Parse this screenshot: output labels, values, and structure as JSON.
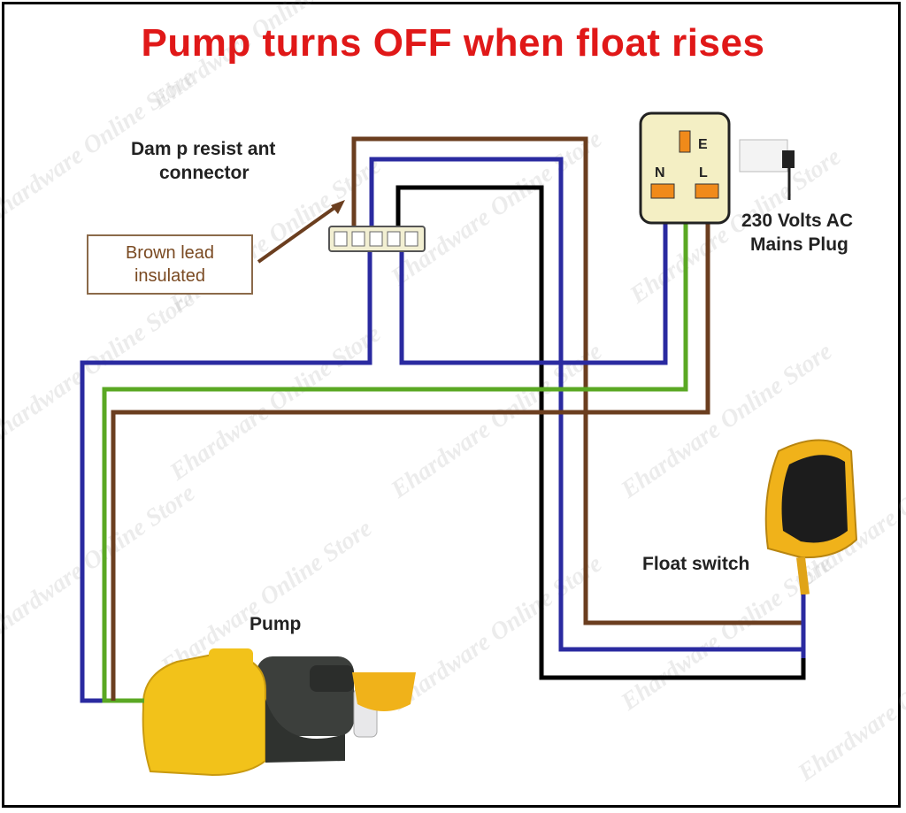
{
  "title": "Pump turns OFF when float rises",
  "labels": {
    "connector": [
      "Dam p resist ant",
      "connector"
    ],
    "callout": [
      "Brown lead",
      "insulated"
    ],
    "plug": [
      "230 Volts AC",
      "Mains Plug"
    ],
    "float_switch": "Float switch",
    "pump": "Pump"
  },
  "plug_pins": {
    "earth": "E",
    "neutral": "N",
    "live": "L"
  },
  "watermark": "Ehardware Online Store",
  "colors": {
    "title": "#e01818",
    "live_brown": "#6b3e1f",
    "neutral_blue": "#2a2aa0",
    "earth_green": "#5aa823",
    "switch_black": "#000000",
    "plug_body": "#f4efc4",
    "plug_pin": "#f08a1a",
    "pump_yellow": "#f2c21a",
    "float_yellow": "#f0b21a"
  }
}
